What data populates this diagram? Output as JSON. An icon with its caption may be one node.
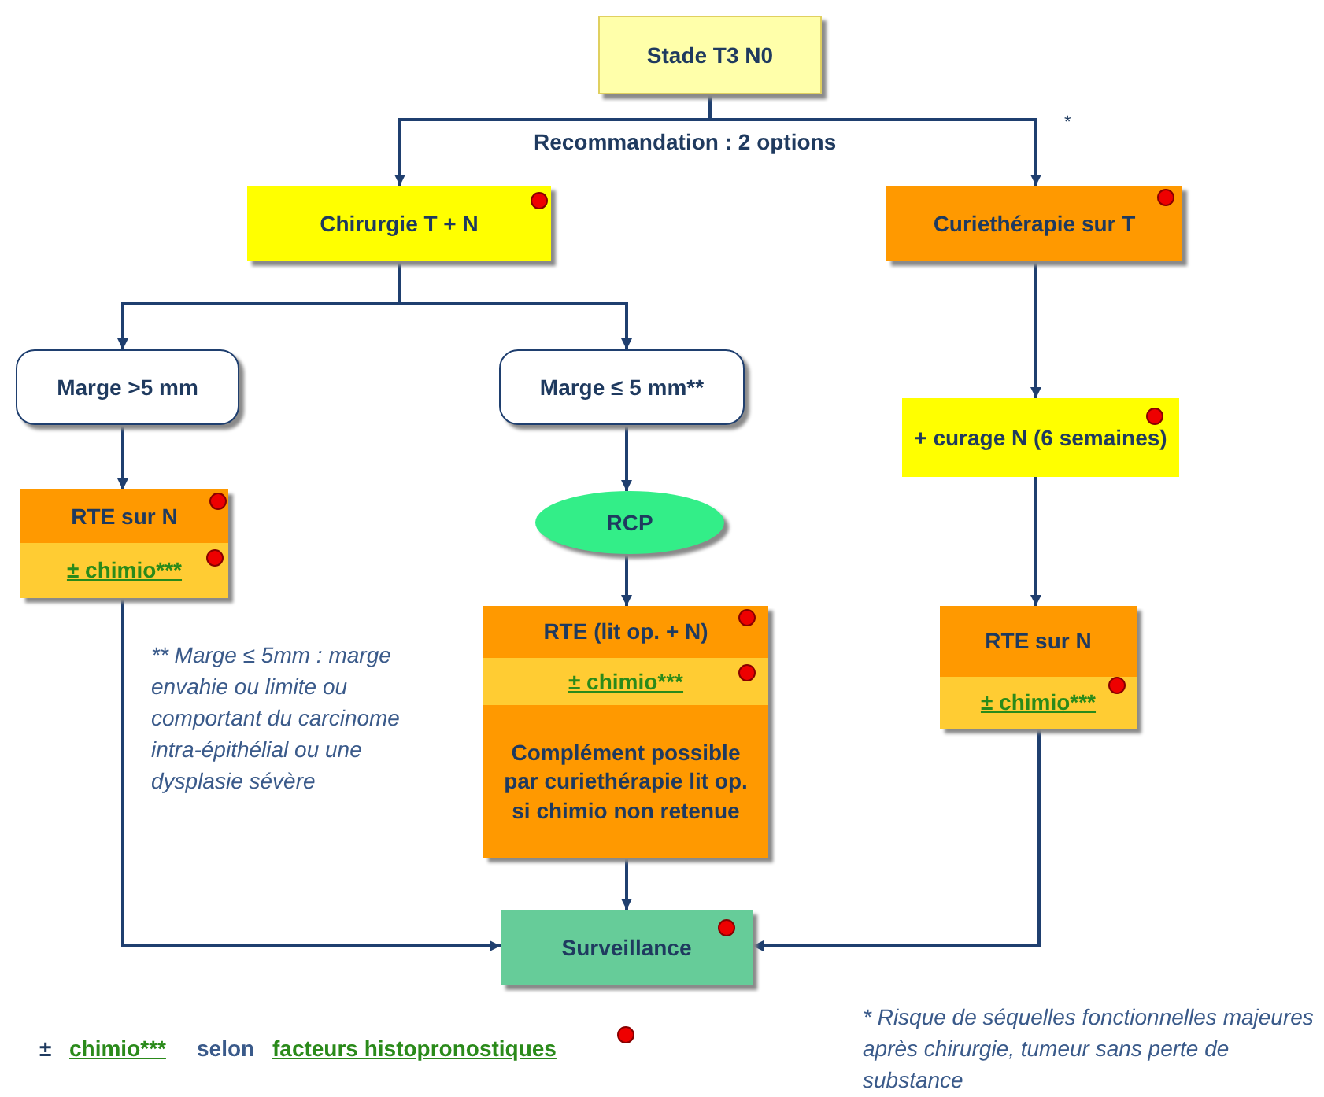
{
  "diagram": {
    "nodes": [
      {
        "text": [
          "Stade T3 N0"
        ]
      },
      {
        "text": [
          "Chirurgie T + N"
        ]
      },
      {
        "text": [
          "Curiethérapie sur T"
        ]
      },
      {
        "text": [
          "Marge >5 mm"
        ]
      },
      {
        "text": [
          "Marge ≤ 5 mm**"
        ]
      },
      {
        "text": [
          "+ curage N (6 semaines)"
        ]
      },
      {
        "text": [
          "RTE sur N",
          "± chimio***"
        ]
      },
      {
        "text": [
          "RCP"
        ]
      },
      {
        "text": [
          "RTE (lit op. + N)",
          "± chimio***",
          "Complément possible par curiethérapie lit op. si chimio non retenue"
        ]
      },
      {
        "text": [
          "RTE sur N",
          "± chimio***"
        ]
      },
      {
        "text": [
          "Surveillance"
        ]
      }
    ],
    "edges": [
      {
        "from": 0,
        "to": 1,
        "arrow": "to",
        "label": "Recommandation : 2 options"
      },
      {
        "from": 0,
        "to": 2,
        "arrow": "to"
      },
      {
        "from": 1,
        "to": 3,
        "arrow": "to"
      },
      {
        "from": 1,
        "to": 4,
        "arrow": "to"
      },
      {
        "from": 3,
        "to": 6,
        "arrow": "to"
      },
      {
        "from": 4,
        "to": 7,
        "arrow": "to"
      },
      {
        "from": 7,
        "to": 8,
        "arrow": "to"
      },
      {
        "from": 2,
        "to": 5,
        "arrow": "to"
      },
      {
        "from": 5,
        "to": 9,
        "arrow": "to"
      },
      {
        "from": 6,
        "to": 10,
        "arrow": "to"
      },
      {
        "from": 8,
        "to": 10,
        "arrow": "to"
      },
      {
        "from": 9,
        "to": 10,
        "arrow": "to"
      }
    ],
    "labels": [
      "*",
      "** Marge ≤ 5mm : marge envahie ou limite ou comportant du carcinome intra-épithélial ou une dysplasie sévère",
      "±",
      "chimio***",
      "selon",
      "facteurs histopronostiques",
      "* Risque de séquelles fonctionnelles majeures après chirurgie, tumeur sans perte de substance"
    ]
  }
}
